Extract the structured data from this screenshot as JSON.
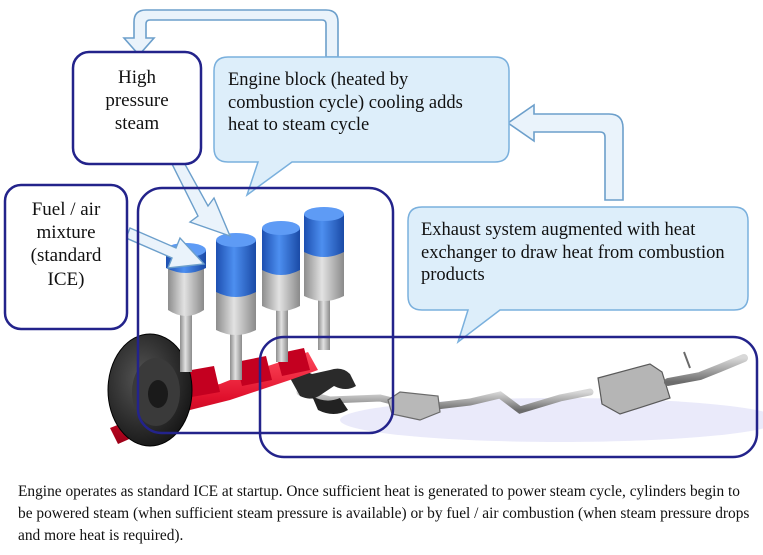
{
  "labels": {
    "high_pressure_steam": "High pressure steam",
    "fuel_air": "Fuel / air mixture (standard ICE)",
    "engine_block": "Engine block (heated by combustion cycle) cooling adds heat to steam cycle",
    "exhaust": "Exhaust system augmented with heat exchanger to draw heat from combustion products"
  },
  "caption": "Engine operates as standard ICE at startup. Once sufficient heat is generated to power steam cycle, cylinders begin to be powered steam (when sufficient steam pressure is available) or by fuel / air combustion (when steam pressure drops and more heat is required).",
  "colors": {
    "box_border": "#23238b",
    "callout_fill": "#ddeefa",
    "callout_border": "#7ab0dd",
    "arrow_fill": "#eaf3fb",
    "arrow_stroke": "#6c9fcb",
    "piston_blue": "#2f6fd8",
    "piston_grey": "#b9b9b9",
    "crankshaft_red": "#e0102c",
    "flywheel": "#2a2a2a",
    "exhaust_grey": "#9a9a9a"
  }
}
